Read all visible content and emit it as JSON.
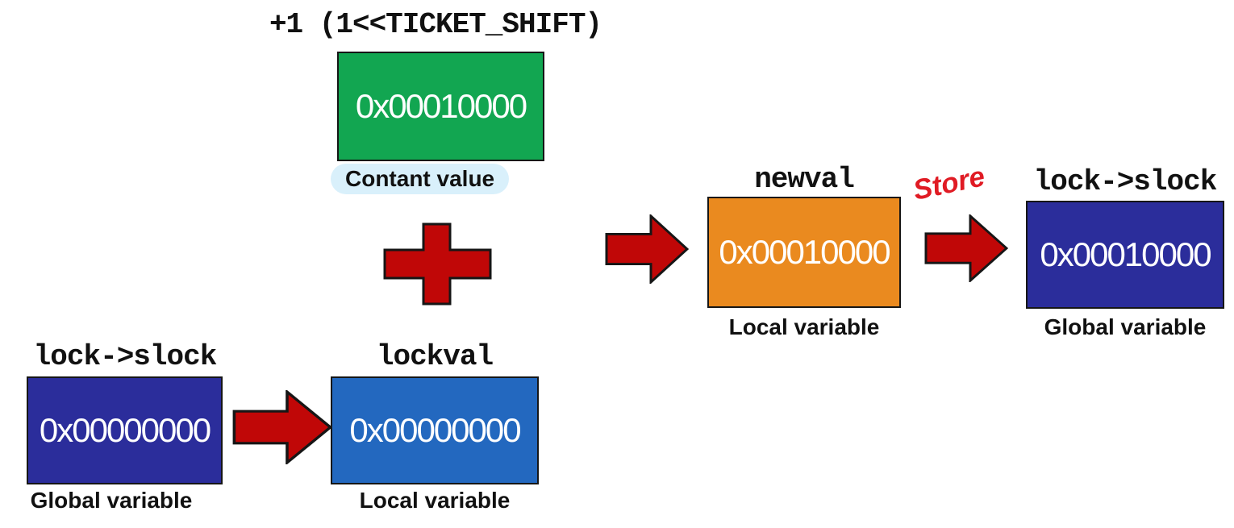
{
  "diagram": {
    "store_annotation": "Store",
    "nodes": {
      "constant": {
        "title": "+1 (1<<TICKET_SHIFT)",
        "value": "0x00010000",
        "caption": "Contant value",
        "color": "#12A651"
      },
      "global_before": {
        "title": "lock->slock",
        "value": "0x00000000",
        "caption": "Global variable",
        "color": "#2B2D9B"
      },
      "lockval": {
        "title": "lockval",
        "value": "0x00000000",
        "caption": "Local variable",
        "color": "#2368BF"
      },
      "newval": {
        "title": "newval",
        "value": "0x00010000",
        "caption": "Local variable",
        "color": "#EA8A1F"
      },
      "global_after": {
        "title": "lock->slock",
        "value": "0x00010000",
        "caption": "Global variable",
        "color": "#2B2D9B"
      }
    },
    "colors": {
      "arrow_red": "#C00707",
      "plus_red": "#C00707",
      "store_red": "#E01B24",
      "caption_highlight": "#D9F0FB",
      "value_text": "#FFFFFF",
      "label_text": "#111111",
      "box_border": "#161616",
      "background": "#FFFFFF"
    }
  }
}
